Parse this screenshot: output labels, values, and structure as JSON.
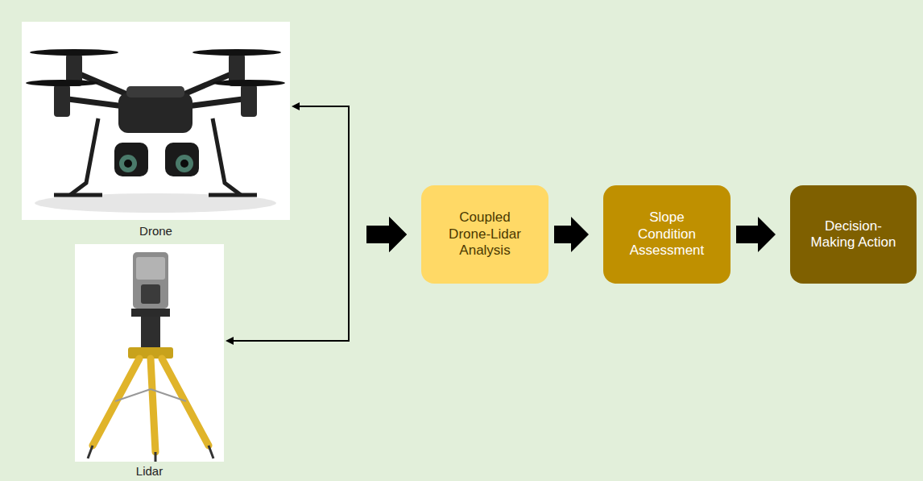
{
  "diagram": {
    "nodes": [
      {
        "text": [
          "Drone"
        ]
      },
      {
        "text": [
          "Lidar"
        ]
      },
      {
        "text": [
          "Coupled Drone-Lidar Analysis"
        ]
      },
      {
        "text": [
          "Slope Condition Assessment"
        ]
      },
      {
        "text": [
          "Decision-Making Action"
        ]
      }
    ],
    "edges": [
      {
        "from": 0,
        "to": 2,
        "arrow": "to"
      },
      {
        "from": 1,
        "to": 2,
        "arrow": "to"
      },
      {
        "from": 2,
        "to": 3,
        "arrow": "to"
      },
      {
        "from": 3,
        "to": 4,
        "arrow": "to"
      }
    ]
  }
}
